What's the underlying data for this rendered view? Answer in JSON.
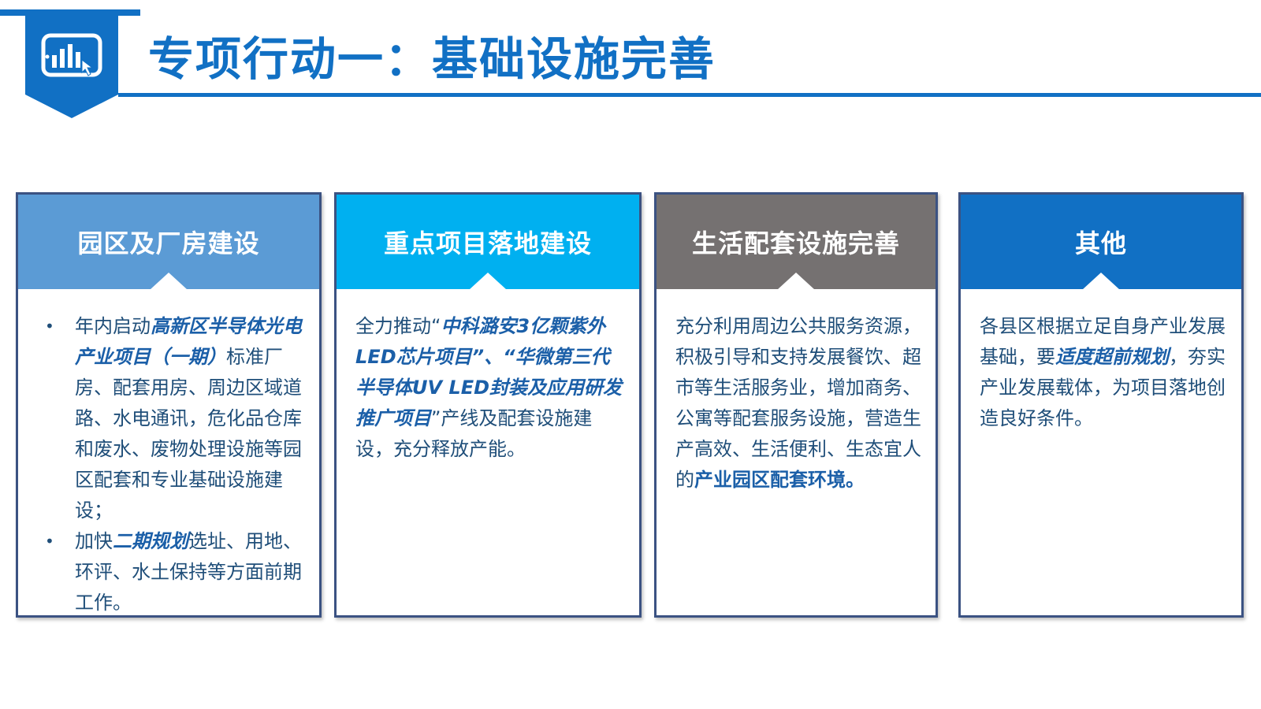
{
  "title": "专项行动一：基础设施完善",
  "colors": {
    "brand": "#1170c4",
    "card1_head": "#5b9bd5",
    "card2_head": "#00b0f0",
    "card3_head": "#757171",
    "card4_head": "#1170c4",
    "body_text": "#1f4e79",
    "border": "#3b5282"
  },
  "header_icon": "tablet-chart-icon",
  "cards": [
    {
      "heading": "园区及厂房建设",
      "bullets": [
        {
          "pre": "年内启动",
          "emph": "高新区半导体光电产业项目（一期）",
          "post": "标准厂房、配套用房、周边区域道路、水电通讯，危化品仓库和废水、废物处理设施等园区配套和专业基础设施建设；"
        },
        {
          "pre": "加快",
          "emph": "二期规划",
          "post": "选址、用地、环评、水土保持等方面前期工作。"
        }
      ]
    },
    {
      "heading": "重点项目落地建设",
      "pre": "全力推动“",
      "emph1": "中科潞安3亿颗紫外LED芯片项目",
      "mid": "”、“",
      "emph2": "华微第三代半导体UV LED封装及应用研发推广项目",
      "post": "”产线及配套设施建设，充分释放产能。"
    },
    {
      "heading": "生活配套设施完善",
      "pre": "充分利用周边公共服务资源，积极引导和支持发展餐饮、超市等生活服务业，增加商务、公寓等配套服务设施，营造生产高效、生活便利、生态宜人的",
      "strong": "产业园区配套环境",
      "post": "。"
    },
    {
      "heading": "其他",
      "pre": "各县区根据立足自身产业发展基础，要",
      "emph": "适度超前规划",
      "post": "，夯实产业发展载体，为项目落地创造良好条件。"
    }
  ]
}
